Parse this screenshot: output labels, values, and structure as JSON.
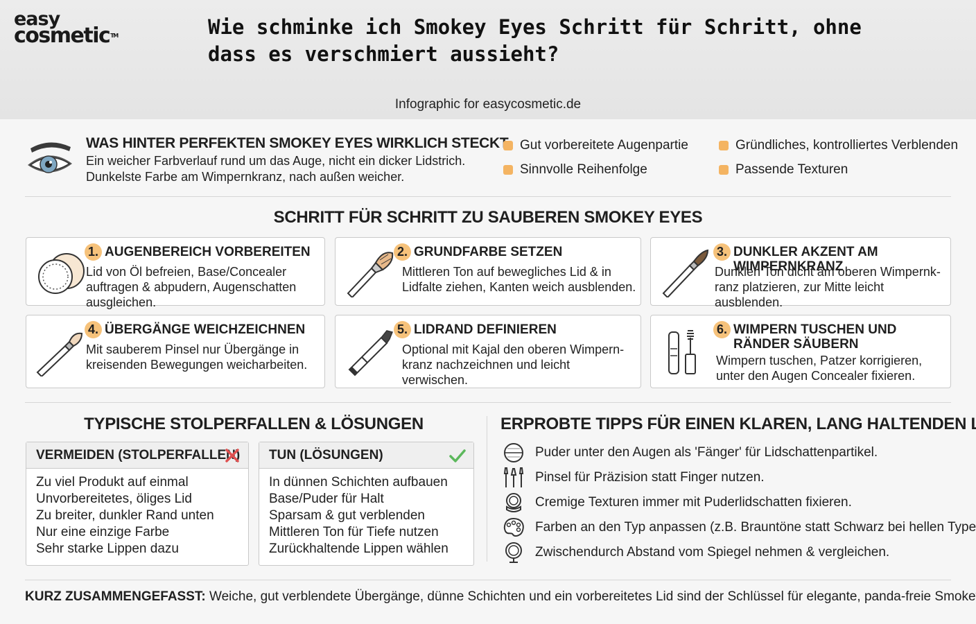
{
  "header": {
    "logo_line1": "easy",
    "logo_line2": "cosmetic",
    "logo_tm": "TM",
    "title": "Wie schminke ich Smokey Eyes Schritt für Schritt, ohne dass es verschmiert aussieht?",
    "subtitle": "Infographic for easycosmetic.de"
  },
  "intro": {
    "icon": "eye-icon",
    "title": "WAS HINTER PERFEKTEN SMOKEY EYES WIRKLICH STECKT",
    "line1": "Ein weicher Farbverlauf rund um das Auge, nicht ein dicker Lidstrich.",
    "line2": "Dunkelste Farbe am Wimpernkranz, nach außen weicher.",
    "bullets": [
      "Gut vorbereitete Augenpartie",
      "Sinnvolle Reihenfolge",
      "Gründliches, kontrolliertes Verblenden",
      "Passende Texturen"
    ],
    "bullet_color": "#f4b462"
  },
  "steps": {
    "title": "SCHRITT FÜR SCHRITT ZU SAUBEREN SMOKEY EYES",
    "items": [
      {
        "num": "1.",
        "title": "AUGENBEREICH VORBEREITEN",
        "desc": "Lid von Öl befreien, Base/Concealer auftragen & abpudern, Augenschatten ausgleichen.",
        "icon": "cotton-pads-icon"
      },
      {
        "num": "2.",
        "title": "GRUNDFARBE SETZEN",
        "desc": "Mittleren Ton auf bewegliches Lid & in Lidfalte ziehen, Kanten weich ausblenden.",
        "icon": "fluffy-brush-icon"
      },
      {
        "num": "3.",
        "title": "DUNKLER AKZENT AM WIMPERNKRANZ",
        "desc": "Dunklen Ton dicht am oberen Wimpernk­ranz platzieren, zur Mitte leicht ausblenden.",
        "icon": "pencil-brush-icon"
      },
      {
        "num": "4.",
        "title": "ÜBERGÄNGE WEICHZEICHNEN",
        "desc": "Mit sauberem Pinsel nur Übergänge in kreisenden Bewegungen weicharbeiten.",
        "icon": "blending-brush-icon"
      },
      {
        "num": "5.",
        "title": "LIDRAND DEFINIEREN",
        "desc": "Optional mit Kajal den oberen Wimpern­kranz nachzeichnen und leicht verwischen.",
        "icon": "kajal-pencil-icon"
      },
      {
        "num": "6.",
        "title": "WIMPERN TUSCHEN UND RÄNDER SÄUBERN",
        "desc": "Wimpern tuschen, Patzer korrigieren, unter den Augen Concealer fixieren.",
        "icon": "mascara-icon"
      }
    ],
    "num_color": "#f6c27b"
  },
  "pitfalls": {
    "title": "TYPISCHE STOLPERFALLEN & LÖSUNGEN",
    "avoid": {
      "header": "VERMEIDEN (STOLPERFALLEN)",
      "icon": "cross-icon",
      "items": [
        "Zu viel Produkt auf einmal",
        "Unvorbereitetes, öliges Lid",
        "Zu breiter, dunkler Rand unten",
        "Nur eine einzige Farbe",
        "Sehr starke Lippen dazu"
      ]
    },
    "do": {
      "header": "TUN (LÖSUNGEN)",
      "icon": "check-icon",
      "items": [
        "In dünnen Schichten aufbauen",
        "Base/Puder für Halt",
        "Sparsam & gut verblenden",
        "Mittleren Ton für Tiefe nutzen",
        "Zurückhaltende Lippen wählen"
      ]
    },
    "cross_color": "#e05050",
    "check_color": "#5cb85c"
  },
  "tips": {
    "title": "ERPROBTE TIPPS FÜR EINEN KLAREN, LANG HALTENDEN LOOK",
    "items": [
      {
        "text": "Puder unter den Augen als 'Fänger' für Lidschattenpartikel.",
        "icon": "powder-icon"
      },
      {
        "text": "Pinsel für Präzision statt Finger nutzen.",
        "icon": "brushes-icon"
      },
      {
        "text": "Cremige Texturen immer mit Puderlidschatten fixieren.",
        "icon": "compact-icon"
      },
      {
        "text": "Farben an den Typ anpassen (z.B. Brauntöne statt Schwarz bei hellen Typen).",
        "icon": "palette-icon"
      },
      {
        "text": "Zwischendurch Abstand vom Spiegel nehmen & vergleichen.",
        "icon": "mirror-icon"
      }
    ]
  },
  "summary": {
    "label": "KURZ ZUSAMMENGEFASST:",
    "text": " Weiche, gut verblendete Übergänge, dünne Schichten und ein vorbereitetes Lid sind der Schlüssel für elegante, panda-freie Smokey Eyes."
  }
}
